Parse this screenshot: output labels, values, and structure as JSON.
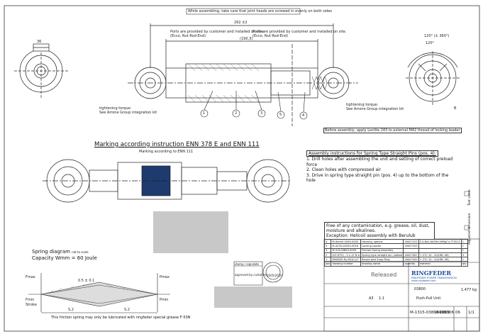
{
  "top_note": "While assembling, take care that joint heads are screwed in evenly on both sides",
  "dimensions": {
    "overall": "292 ±2",
    "inner": "(190,3)",
    "left_width": "36",
    "angle_a": "120° (± 360°)",
    "angle_b": "120°",
    "section_b": "B"
  },
  "port_note_left": "Ports are provided by customer and installed on site.\n(Ecco, Nut Rod-End)",
  "port_note_right": "Ports are provided by customer and installed on site.\n(Ecco, Nut Rod-End)",
  "tightening_left": "tightening torque:\nSee Arrone Group integration kit",
  "tightening_right": "tightening torque:\nSee Arrone Group integration kit",
  "loctite_note": "Before assembly, apply Loctite 243 to external M42 thread of locking leader",
  "item_balloons": [
    "1",
    "2",
    "3",
    "4",
    "5"
  ],
  "marking_title": "Marking according instruction ENN 378 E and ENN 111",
  "marking_sub": "Marking     according to ENN 111",
  "assembly": {
    "heading": "Assembly instructions for Spring Type Straight Pins (pos. 4):",
    "steps": [
      "1. Drill holes after assembling the unit and setting of correct preload force",
      "2. Clean holes with compressed air",
      "3. Drive in spring type straight pin (pos. 4) up to the bottom of the hole"
    ]
  },
  "contamination_note": "Free of any contamination, e.g. grease, oil, dust, moisture and alkalines.\nException: Helicoil assembly with Berulub",
  "spring": {
    "title": "Spring diagram",
    "title_small": "not to scale",
    "capacity_label": "Capacity Wmm = 60 Joule",
    "values": [
      "Fmax",
      "Fmin",
      "Pmax",
      "Pmin",
      "Stroke",
      "S.2",
      "S.2",
      "0.5 ± 0.1"
    ],
    "note": "This friction spring may only be lubricated with ringfeder special grease F-53N"
  },
  "stamp_labels": [
    "stamp / sign",
    "date",
    "approved by customer",
    "2005/2010"
  ],
  "bom": {
    "header": [
      "pos",
      "drawing number",
      "drawing name",
      "quantity",
      "material",
      "qty"
    ],
    "rows": [
      [
        "5",
        "M-4mm0-0345-0005",
        "Housing, special",
        "16427103",
        "S-4-Bzn-Ak2Mn-NiMgCu-7T3511",
        "1"
      ],
      [
        "4",
        "M-4230-04200-0016",
        "Locking Leader",
        "16427105",
        "",
        "1"
      ],
      [
        "3",
        "M-4-N-03800-0009",
        "Friction Spring Assembly",
        "",
        "",
        "1"
      ],
      [
        "2",
        "ISO 8752 - 5 x 12 N A",
        "Spring type straight pin, slotted",
        "16427067",
        "+ 27C 10 - 20(HRC 48)",
        "3"
      ],
      [
        "1",
        "DIN/NCE-Ry-M24-LLT",
        "Round wire Snap Ring",
        "16427042",
        "+ 27C 10 - 20(HRC 48)",
        "1"
      ]
    ]
  },
  "title_block": {
    "status": "Released",
    "company": "RINGFEDER",
    "company_sub": "RINGFEDER POWER TRANSMISSION",
    "website": "www.ringfeder.com",
    "product": "Push-Pull Unit",
    "drawing_number": "M-1315-03800-0009",
    "doc_number": "16998006",
    "revision": "06",
    "sheet": "1/1",
    "weight": "1.477 kg",
    "scale": "1:1",
    "format": "A3",
    "code": "03800"
  },
  "side_labels": [
    "Adjusted dimension",
    "Test value"
  ]
}
